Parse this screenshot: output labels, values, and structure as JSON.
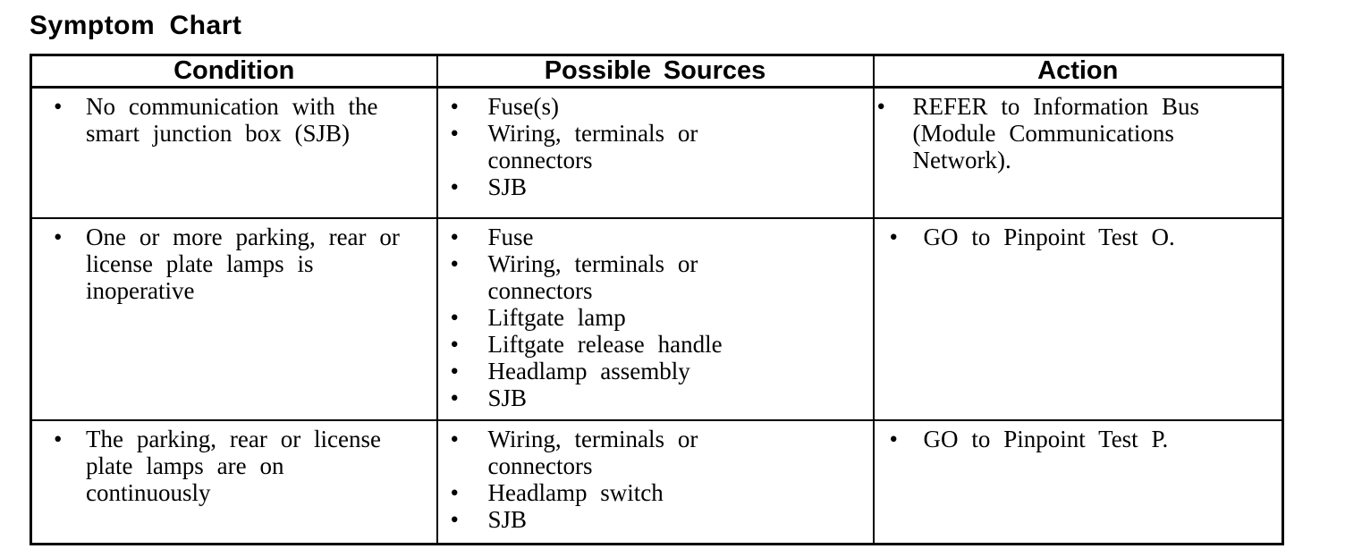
{
  "bullet": "•",
  "page_title": "Symptom Chart",
  "table": {
    "headers": [
      "Condition",
      "Possible Sources",
      "Action"
    ],
    "rows": [
      {
        "condition": [
          "No communication with the\nsmart junction box (SJB)"
        ],
        "sources": [
          "Fuse(s)",
          "Wiring, terminals or\nconnectors",
          "SJB"
        ],
        "action": [
          "REFER to Information Bus\n(Module Communications\nNetwork)."
        ]
      },
      {
        "condition": [
          "One or more parking, rear or\nlicense plate lamps is\ninoperative"
        ],
        "sources": [
          "Fuse",
          "Wiring, terminals or\nconnectors",
          "Liftgate lamp",
          "Liftgate release handle",
          "Headlamp assembly",
          "SJB"
        ],
        "action": [
          "GO to Pinpoint Test O."
        ]
      },
      {
        "condition": [
          "The parking, rear or license\nplate lamps are on\ncontinuously"
        ],
        "sources": [
          "Wiring, terminals or\nconnectors",
          "Headlamp switch",
          "SJB"
        ],
        "action": [
          "GO to Pinpoint Test P."
        ]
      }
    ]
  }
}
